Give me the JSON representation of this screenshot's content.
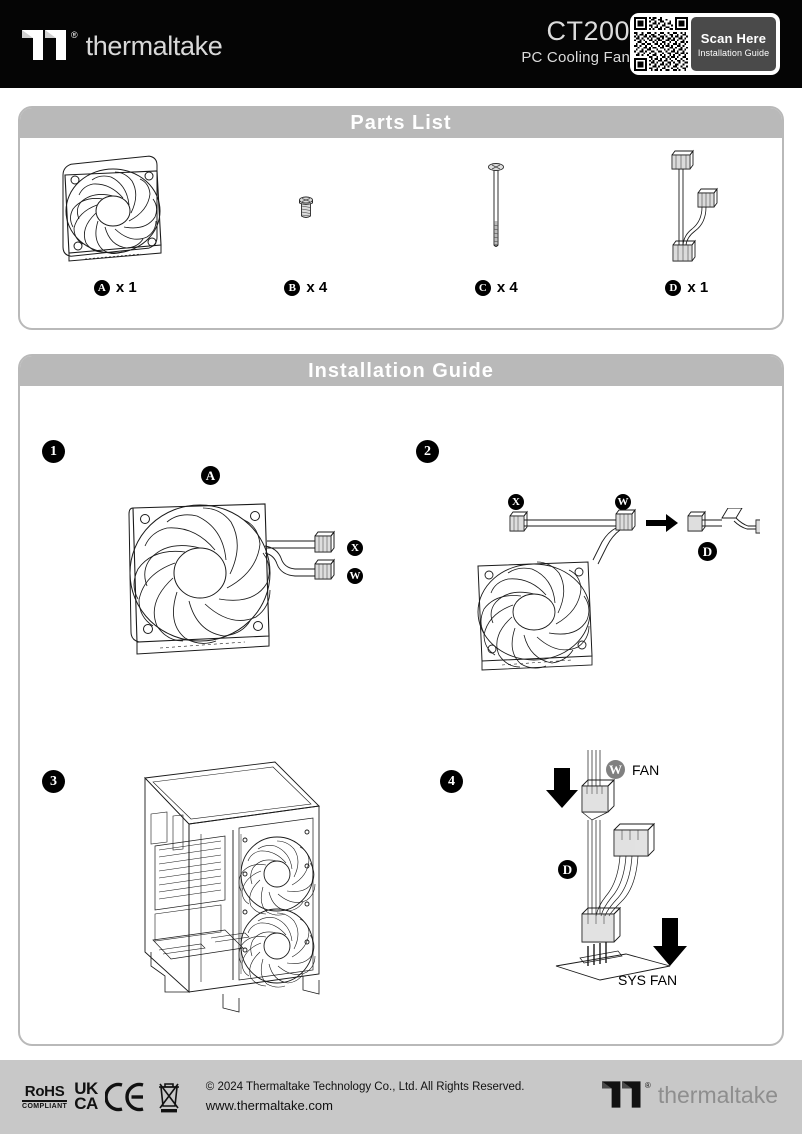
{
  "header": {
    "brand": "thermaltake",
    "registered": "®",
    "model": "CT200",
    "model_sub": "PC Cooling Fan",
    "qr": {
      "title": "Scan Here",
      "subtitle": "Installation Guide",
      "icon": "qr-code-icon"
    },
    "background_color": "#050505",
    "text_color": "#dcdcdc"
  },
  "parts_section": {
    "heading": "Parts List",
    "items": [
      {
        "badge": "A",
        "quantity": "x 1",
        "art": "cooling-fan"
      },
      {
        "badge": "B",
        "quantity": "x 4",
        "art": "short-screw"
      },
      {
        "badge": "C",
        "quantity": "x 4",
        "art": "long-screw"
      },
      {
        "badge": "D",
        "quantity": "x 1",
        "art": "splitter-cable"
      }
    ]
  },
  "install_section": {
    "heading": "Installation Guide",
    "steps": [
      {
        "number": "1",
        "labels": {
          "fan": "A",
          "cable_x": "X",
          "cable_w": "W"
        }
      },
      {
        "number": "2",
        "labels": {
          "cable_x": "X",
          "cable_w": "W",
          "cable_d": "D"
        }
      },
      {
        "number": "3",
        "labels": {}
      },
      {
        "number": "4",
        "labels": {
          "fan_badge": "W",
          "fan_text": "FAN",
          "cable_d": "D",
          "sys_fan": "SYS FAN"
        }
      }
    ]
  },
  "footer": {
    "certifications": {
      "rohs_top": "RoHS",
      "rohs_bottom": "COMPLIANT",
      "ukca_top": "UK",
      "ukca_bottom": "CA",
      "ce_mark": "CE",
      "weee_icon": "crossed-out-wheelie-bin-icon"
    },
    "copyright": "© 2024 Thermaltake Technology Co., Ltd. All Rights Reserved.",
    "website": "www.thermaltake.com",
    "brand": "thermaltake",
    "registered": "®",
    "background_color": "#c8c8c8"
  },
  "colors": {
    "panel_border": "#b9b9b9",
    "panel_header": "#b9b9b9",
    "line_art": "#1a1a1a"
  }
}
